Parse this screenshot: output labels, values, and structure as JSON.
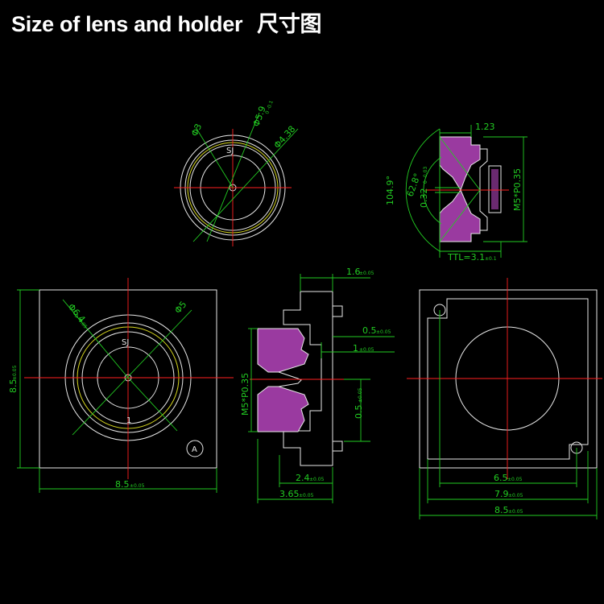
{
  "title": {
    "main": "Size of lens and holder",
    "cn": "尺寸图"
  },
  "colors": {
    "background": "#000000",
    "outline": "#e8e8e8",
    "dimension": "#22cc22",
    "centerline": "#ff2020",
    "lens": "#d8d820",
    "section_fill": "#9a3aa0"
  },
  "top_view": {
    "mark": "SJ",
    "dim_phi3": "Φ3",
    "dim_phi59": "Φ5.9",
    "dim_phi59_tol": "0 -0.1",
    "dim_phi438": "Φ4.38"
  },
  "lens_section": {
    "dim_123": "1.23",
    "dim_fov1": "104.9°",
    "dim_fov2": "62.8°",
    "dim_032": "0.32",
    "dim_032_tol": "0 -0.03",
    "dim_thread": "M5*P0.35",
    "dim_ttl": "TTL=3.1",
    "dim_ttl_tol": "±0.1"
  },
  "front_view": {
    "mark": "SJ",
    "circle_label": "A",
    "small_mark": "1",
    "dim_phi6": "Φ6.4",
    "dim_phi6_tol": "0 -0.05",
    "dim_phi5": "Φ5",
    "dim_height": "8.5",
    "dim_height_tol": "±0.05",
    "dim_width": "8.5",
    "dim_width_tol": "±0.05"
  },
  "side_view": {
    "dim_16": "1.6",
    "dim_16_tol": "±0.05",
    "dim_05a": "0.5",
    "dim_05a_tol": "±0.05",
    "dim_1": "1",
    "dim_1_tol": "±0.05",
    "dim_thread": "M5*P0.35",
    "dim_05b": "0.5",
    "dim_05b_tol": "±0.05",
    "dim_24": "2.4",
    "dim_24_tol": "±0.05",
    "dim_365": "3.65",
    "dim_365_tol": "±0.05"
  },
  "back_view": {
    "dim_65": "6.5",
    "dim_65_tol": "±0.05",
    "dim_79": "7.9",
    "dim_79_tol": "±0.05",
    "dim_85": "8.5",
    "dim_85_tol": "±0.05"
  }
}
